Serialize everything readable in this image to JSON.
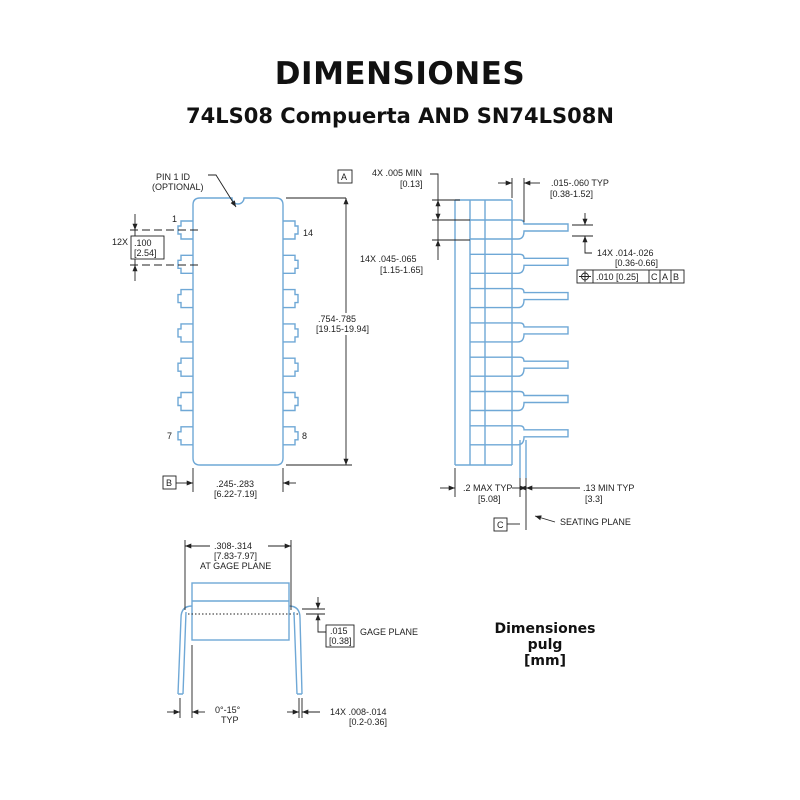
{
  "header": {
    "title": "DIMENSIONES",
    "subtitle": "74LS08 Compuerta AND SN74LS08N"
  },
  "top_view": {
    "pin1_id": "PIN 1 ID",
    "optional": "(OPTIONAL)",
    "pin_1": "1",
    "pin_7": "7",
    "pin_8": "8",
    "pin_14": "14",
    "datum_a": "A",
    "datum_b": "B",
    "pitch_prefix": "12X",
    "pitch_in": ".100",
    "pitch_mm": "[2.54]",
    "length_in": ".754-.785",
    "length_mm": "[19.15-19.94]",
    "width_in": ".245-.283",
    "width_mm": "[6.22-7.19]"
  },
  "side_view": {
    "min_in": "4X .005 MIN",
    "min_mm": "[0.13]",
    "shoulder_in": ".015-.060  TYP",
    "shoulder_mm": "[0.38-1.52]",
    "upper_lead_in": "14X .045-.065",
    "upper_lead_mm": "[1.15-1.65]",
    "lead_in": "14X .014-.026",
    "lead_mm": "[0.36-0.66]",
    "tolerance": {
      "symbol": "position-icon",
      "value": ".010 [0.25]",
      "datums": [
        "C",
        "A",
        "B"
      ]
    },
    "max_in": ".2 MAX TYP",
    "max_mm": "[5.08]",
    "min_typ_in": ".13 MIN TYP",
    "min_typ_mm": "[3.3]",
    "datum_c": "C",
    "seating_plane": "SEATING PLANE"
  },
  "end_view": {
    "span_in": ".308-.314",
    "span_mm": "[7.83-7.97]",
    "span_note": "AT GAGE PLANE",
    "gage_in": ".015",
    "gage_mm": "[0.38]",
    "gage_label": "GAGE PLANE",
    "angle": "0°-15°",
    "angle_typ": "TYP",
    "lead_in": "14X .008-.014",
    "lead_mm": "[0.2-0.36]"
  },
  "legend": {
    "line1": "Dimensiones",
    "line2": "pulg",
    "line3": "[mm]"
  }
}
